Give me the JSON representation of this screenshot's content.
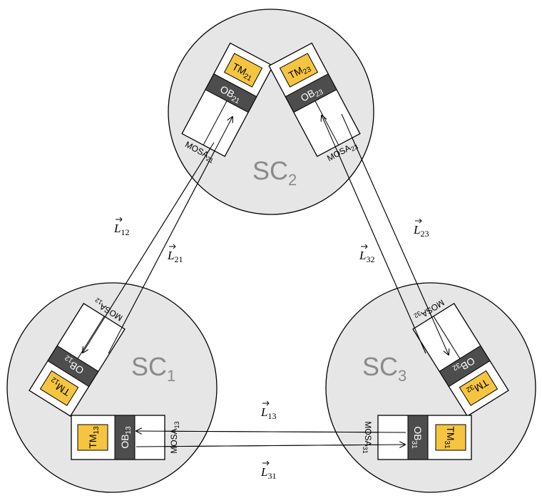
{
  "spacecraft": [
    {
      "id": "sc1",
      "label": "SC",
      "sub": "1"
    },
    {
      "id": "sc2",
      "label": "SC",
      "sub": "2"
    },
    {
      "id": "sc3",
      "label": "SC",
      "sub": "3"
    }
  ],
  "benches": {
    "12": {
      "tm": "TM",
      "tm_sub": "12",
      "ob": "OB",
      "ob_sub": "12",
      "mosa": "MOSA",
      "mosa_sub": "12"
    },
    "13": {
      "tm": "TM",
      "tm_sub": "13",
      "ob": "OB",
      "ob_sub": "13",
      "mosa": "MOSA",
      "mosa_sub": "13"
    },
    "21": {
      "tm": "TM",
      "tm_sub": "21",
      "ob": "OB",
      "ob_sub": "21",
      "mosa": "MOSA",
      "mosa_sub": "21"
    },
    "23": {
      "tm": "TM",
      "tm_sub": "23",
      "ob": "OB",
      "ob_sub": "23",
      "mosa": "MOSA",
      "mosa_sub": "23"
    },
    "31": {
      "tm": "TM",
      "tm_sub": "31",
      "ob": "OB",
      "ob_sub": "31",
      "mosa": "MOSA",
      "mosa_sub": "31"
    },
    "32": {
      "tm": "TM",
      "tm_sub": "32",
      "ob": "OB",
      "ob_sub": "32",
      "mosa": "MOSA",
      "mosa_sub": "32"
    }
  },
  "links": [
    {
      "id": "L12",
      "label": "L",
      "sub": "12"
    },
    {
      "id": "L21",
      "label": "L",
      "sub": "21"
    },
    {
      "id": "L23",
      "label": "L",
      "sub": "23"
    },
    {
      "id": "L32",
      "label": "L",
      "sub": "32"
    },
    {
      "id": "L13",
      "label": "L",
      "sub": "13"
    },
    {
      "id": "L31",
      "label": "L",
      "sub": "31"
    }
  ],
  "colors": {
    "circle_fill": "#e6e6e6",
    "tm_fill": "#f5c542",
    "ob_fill": "#4d4d4d",
    "label_gray": "#8a8a8a"
  }
}
